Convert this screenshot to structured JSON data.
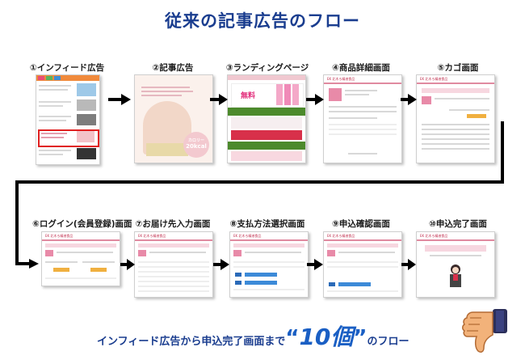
{
  "title": "従来の記事広告のフロー",
  "steps": [
    {
      "label": "①インフィード広告"
    },
    {
      "label": "②記事広告",
      "calorie": "カロリー",
      "calorie_value": "20kcal"
    },
    {
      "label": "③ランディングページ",
      "lp_headline": "無料"
    },
    {
      "label": "④商品詳細画面"
    },
    {
      "label": "⑤カゴ画面"
    },
    {
      "label": "⑥ログイン(会員登録)画面"
    },
    {
      "label": "⑦お届け先入力画面"
    },
    {
      "label": "⑧支払方法選択画面"
    },
    {
      "label": "⑨申込確認画面"
    },
    {
      "label": "⑩申込完了画面"
    }
  ],
  "footer": {
    "prefix": "インフィード広告から申込完了画面まで",
    "count": "10個",
    "suffix": "のフロー"
  },
  "colors": {
    "title": "#1a3d8f",
    "accent_pink": "#e08aa0",
    "arrow": "#000000",
    "count": "#1a5fc4"
  },
  "icons": [
    "thumbs-down-icon"
  ]
}
